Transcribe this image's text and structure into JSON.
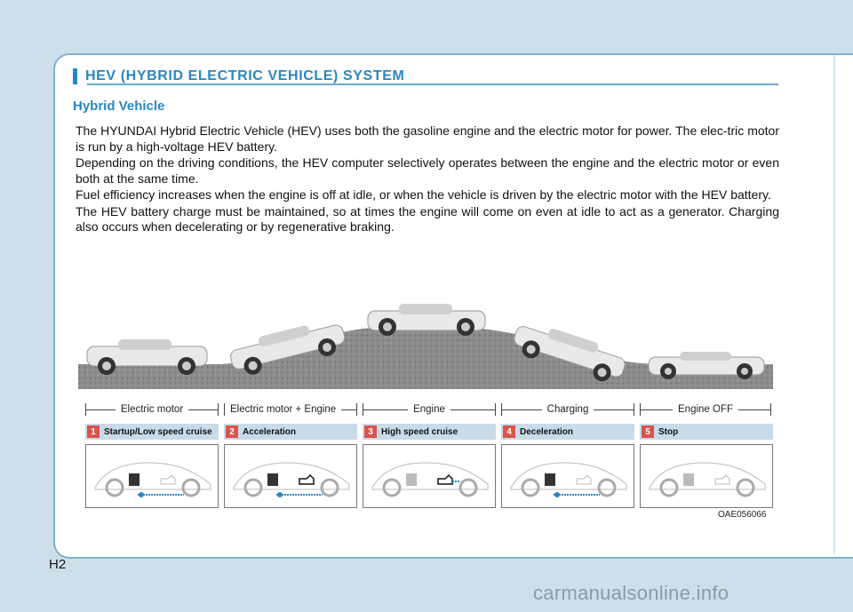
{
  "section_title": "HEV (HYBRID ELECTRIC VEHICLE) SYSTEM",
  "subheading": "Hybrid Vehicle",
  "paragraphs": [
    "The HYUNDAI Hybrid Electric Vehicle (HEV) uses both the gasoline engine and the electric motor for power. The elec-tric motor is run by a high-voltage HEV battery.",
    "Depending on the driving conditions, the HEV computer selectively operates between the engine and the electric motor or even both at the same time.",
    "Fuel efficiency increases when the engine is off at idle, or when the vehicle is driven by the electric motor with the HEV battery.",
    "The HEV battery charge must be maintained, so at times the engine will come on even at idle to act as a generator. Charging also occurs when decelerating or by regenerative braking."
  ],
  "modes": [
    "Electric motor",
    "Electric motor + Engine",
    "Engine",
    "Charging",
    "Engine OFF"
  ],
  "stages": [
    {
      "num": "1",
      "label": "Startup/Low speed cruise"
    },
    {
      "num": "2",
      "label": "Acceleration"
    },
    {
      "num": "3",
      "label": "High speed cruise"
    },
    {
      "num": "4",
      "label": "Deceleration"
    },
    {
      "num": "5",
      "label": "Stop"
    }
  ],
  "figure_code": "OAE056066",
  "page_number": "H2",
  "watermark": "carmanualsonline.info",
  "colors": {
    "accent": "#2a86c2",
    "badge": "#d9534f",
    "stage_header": "#c9dbe9",
    "background": "#cde0ea"
  }
}
